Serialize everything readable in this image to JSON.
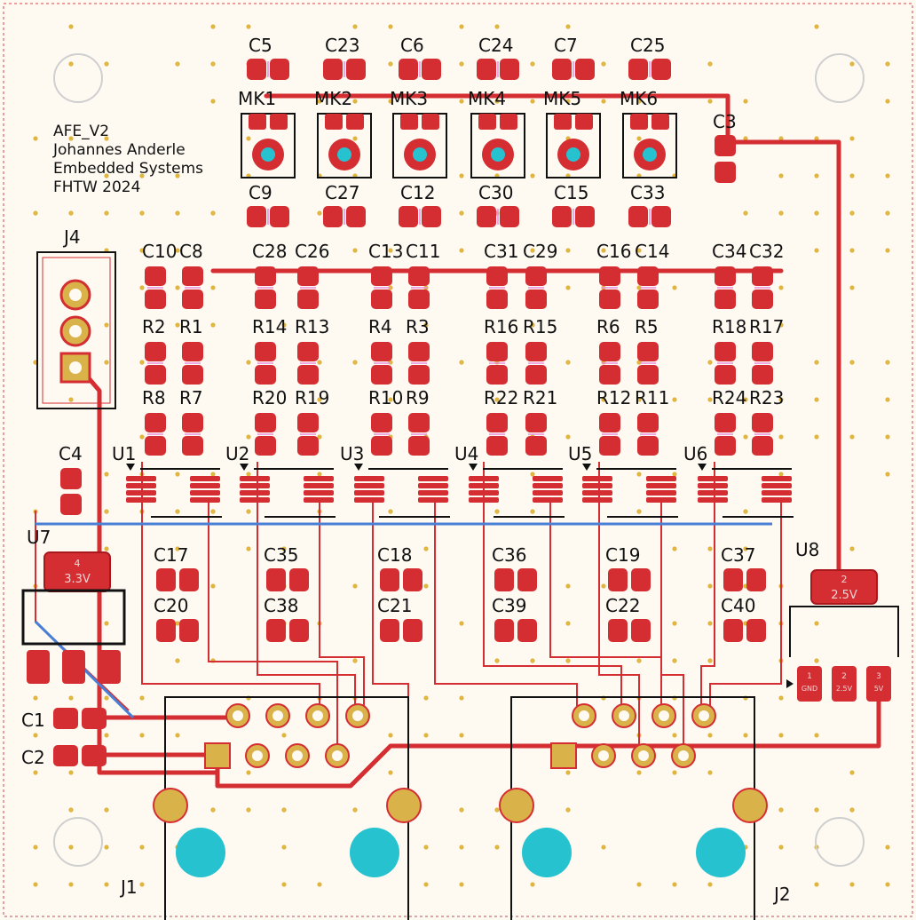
{
  "board": {
    "info_lines": [
      "AFE_V2",
      "Johannes Anderle",
      "Embedded Systems",
      "FHTW 2024"
    ],
    "colors": {
      "background": "#fefaf2",
      "copper": "#d42e33",
      "copper_dark": "#a8181d",
      "pad_gold": "#d9b24a",
      "via": "#e0b640",
      "drill": "#27c2cf",
      "silk": "#111111",
      "blue_trace": "#4a7fd6"
    }
  },
  "labels": {
    "top_caps": [
      "C5",
      "C23",
      "C6",
      "C24",
      "C7",
      "C25"
    ],
    "mics": [
      "MK1",
      "MK2",
      "MK3",
      "MK4",
      "MK5",
      "MK6"
    ],
    "mic_caps": [
      "C9",
      "C27",
      "C12",
      "C30",
      "C15",
      "C33"
    ],
    "c3": "C3",
    "cap_row": [
      [
        "C10",
        "C8"
      ],
      [
        "C28",
        "C26"
      ],
      [
        "C13",
        "C11"
      ],
      [
        "C31",
        "C29"
      ],
      [
        "C16",
        "C14"
      ],
      [
        "C34",
        "C32"
      ]
    ],
    "res_row1": [
      [
        "R2",
        "R1"
      ],
      [
        "R14",
        "R13"
      ],
      [
        "R4",
        "R3"
      ],
      [
        "R16",
        "R15"
      ],
      [
        "R6",
        "R5"
      ],
      [
        "R18",
        "R17"
      ]
    ],
    "res_row2": [
      [
        "R8",
        "R7"
      ],
      [
        "R20",
        "R19"
      ],
      [
        "R10",
        "R9"
      ],
      [
        "R22",
        "R21"
      ],
      [
        "R12",
        "R11"
      ],
      [
        "R24",
        "R23"
      ]
    ],
    "opamps": [
      "U1",
      "U2",
      "U3",
      "U4",
      "U5",
      "U6"
    ],
    "lower_caps_a": [
      "C17",
      "C35",
      "C18",
      "C36",
      "C19",
      "C37"
    ],
    "lower_caps_b": [
      "C20",
      "C38",
      "C21",
      "C39",
      "C22",
      "C40"
    ],
    "j4": "J4",
    "c4": "C4",
    "u7": "U7",
    "u7_pad": [
      "4",
      "3.3V"
    ],
    "u8": "U8",
    "u8_pad": [
      "2",
      "2.5V"
    ],
    "u8_pins": [
      [
        "1",
        "GND"
      ],
      [
        "2",
        "2.5V"
      ],
      [
        "3",
        "5V"
      ]
    ],
    "c1": "C1",
    "c2": "C2",
    "j1": "J1",
    "j2": "J2"
  }
}
